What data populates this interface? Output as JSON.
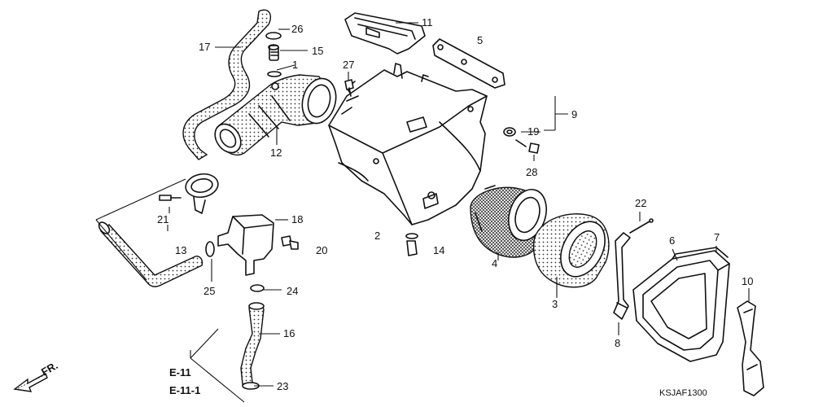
{
  "parts": {
    "p1": "1",
    "p2": "2",
    "p3": "3",
    "p4": "4",
    "p5": "5",
    "p6": "6",
    "p7": "7",
    "p8": "8",
    "p9": "9",
    "p10": "10",
    "p11": "11",
    "p12": "12",
    "p13": "13",
    "p14": "14",
    "p15": "15",
    "p16": "16",
    "p17": "17",
    "p18": "18",
    "p19": "19",
    "p20": "20",
    "p21": "21",
    "p22": "22",
    "p23": "23",
    "p24": "24",
    "p25": "25",
    "p26": "26",
    "p27": "27",
    "p28a": "28",
    "p28b": "28"
  },
  "references": {
    "ref1": "E-11",
    "ref2": "E-11-1"
  },
  "direction": "FR.",
  "diagram_code": "KSJAF1300"
}
